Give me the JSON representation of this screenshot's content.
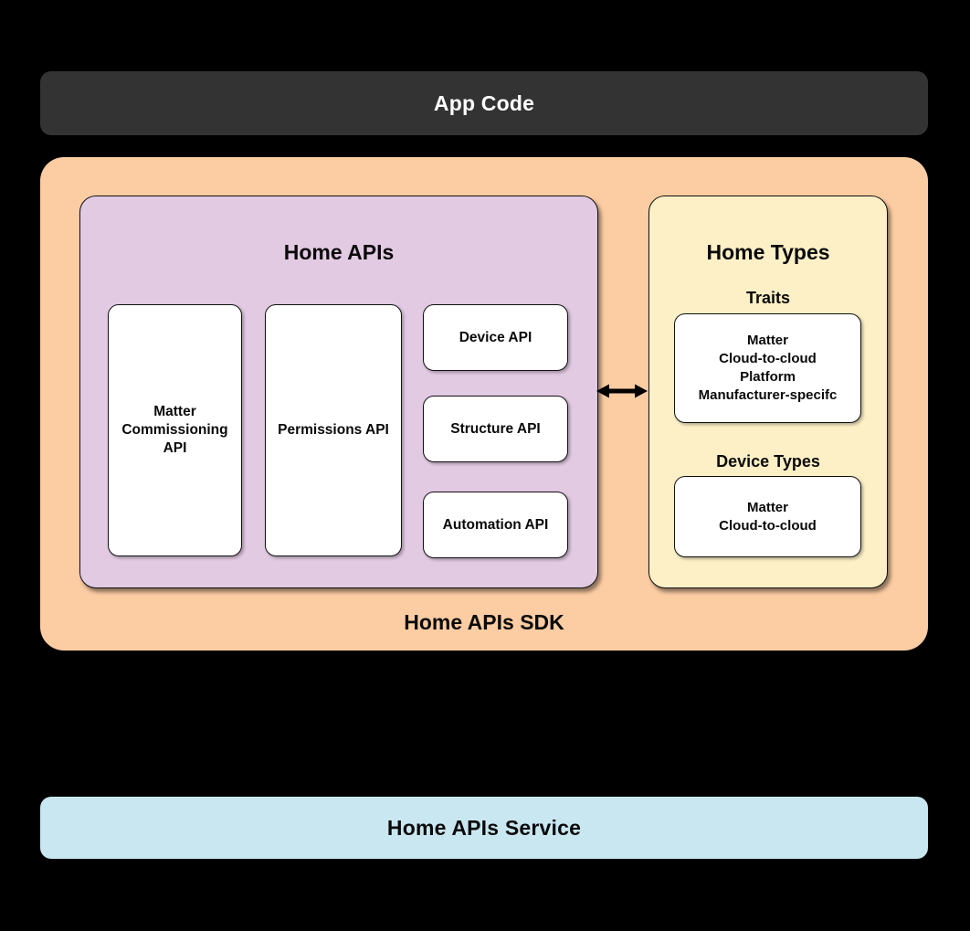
{
  "diagram": {
    "app_code": {
      "label": "App Code"
    },
    "sdk": {
      "label": "Home APIs SDK",
      "home_apis": {
        "title": "Home APIs",
        "boxes": [
          {
            "label": "Matter\nCommissioning\nAPI"
          },
          {
            "label": "Permissions API"
          },
          {
            "label": "Device API"
          },
          {
            "label": "Structure API"
          },
          {
            "label": "Automation API"
          }
        ]
      },
      "arrow": {
        "type": "bidirectional-horizontal"
      },
      "home_types": {
        "title": "Home Types",
        "sections": [
          {
            "heading": "Traits",
            "items": "Matter\nCloud-to-cloud\nPlatform\nManufacturer-specifc"
          },
          {
            "heading": "Device Types",
            "items": "Matter\nCloud-to-cloud"
          }
        ]
      }
    },
    "service": {
      "label": "Home APIs Service"
    },
    "colors": {
      "background": "#000000",
      "app_code_bg": "#333333",
      "app_code_text": "#FFFFFF",
      "sdk_bg": "#FCCCA3",
      "home_apis_bg": "#E2CAE2",
      "home_types_bg": "#FDF0C6",
      "service_bg": "#C9E7F0",
      "card_bg": "#FFFFFF",
      "border": "#111111",
      "text": "#0A0A0A"
    }
  }
}
